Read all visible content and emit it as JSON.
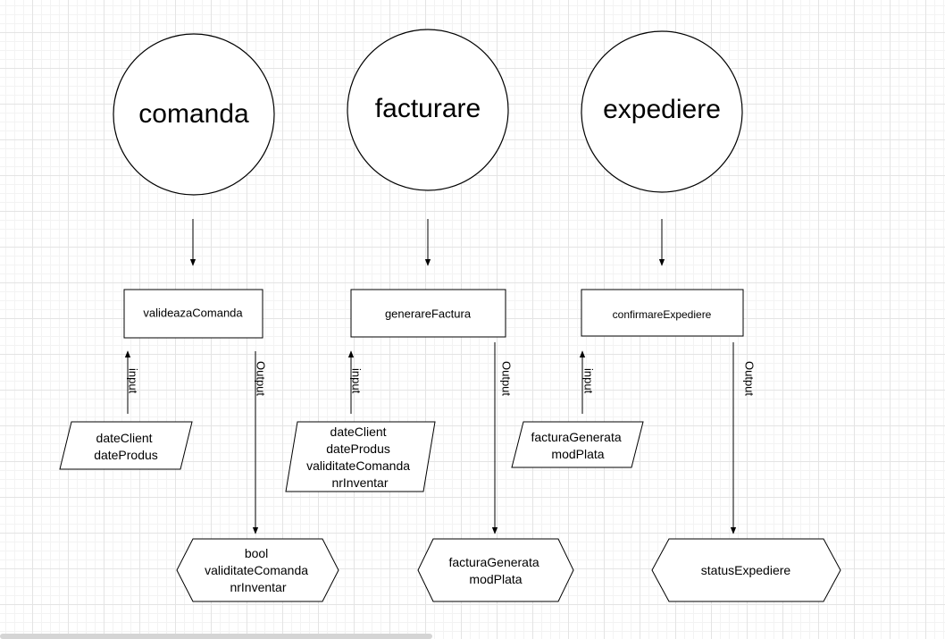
{
  "processes": [
    {
      "name": "comanda",
      "action": "valideazaComanda",
      "input_edge_label": "input",
      "output_edge_label": "Output",
      "inputs": [
        "dateClient",
        "dateProdus"
      ],
      "outputs": [
        "bool",
        "validitateComanda",
        "nrInventar"
      ]
    },
    {
      "name": "facturare",
      "action": "generareFactura",
      "input_edge_label": "input",
      "output_edge_label": "Output",
      "inputs": [
        "dateClient",
        "dateProdus",
        "validitateComanda",
        "nrInventar"
      ],
      "outputs": [
        "facturaGenerata",
        "modPlata"
      ]
    },
    {
      "name": "expediere",
      "action": "confirmareExpediere",
      "input_edge_label": "input",
      "output_edge_label": "Output",
      "inputs": [
        "facturaGenerata",
        "modPlata"
      ],
      "outputs": [
        "statusExpediere"
      ]
    }
  ]
}
